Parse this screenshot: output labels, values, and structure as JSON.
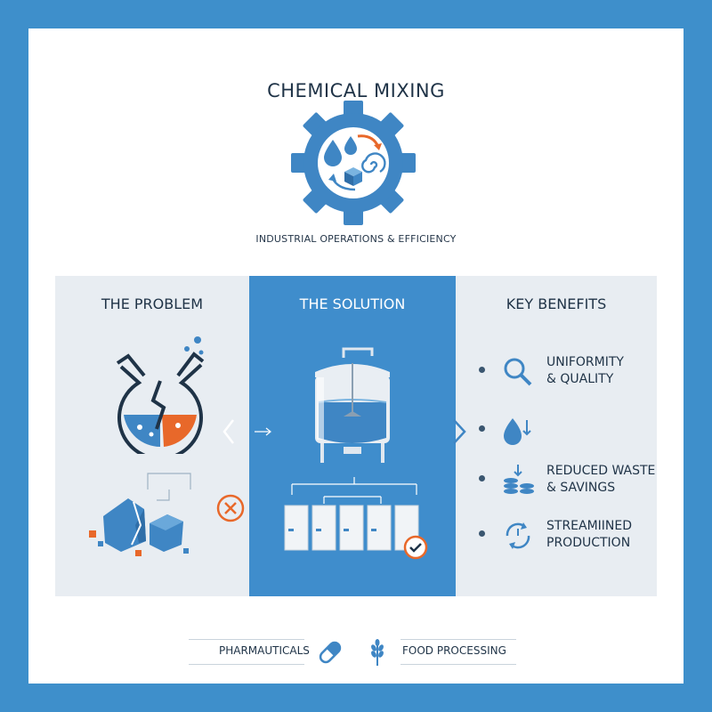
{
  "header": {
    "title": "CHEMICAL MIXING",
    "subtitle": "INDUSTRIAL OPERATIONS & EFFICIENCY",
    "hero_icon": "gear-with-droplets-cube-icon"
  },
  "panels": {
    "problem": {
      "heading": "THE PROBLEM",
      "icons": [
        "broken-flask-icon",
        "broken-blocks-icon",
        "error-x-icon"
      ]
    },
    "solution": {
      "heading": "THE SOLUTION",
      "icons": [
        "mixing-tank-icon",
        "product-boxes-icon",
        "check-badge-icon"
      ]
    },
    "benefits": {
      "heading": "KEY BENEFITS",
      "items": [
        {
          "icon": "magnifier-icon",
          "text": "UNIFORMITY\n& QUALITY"
        },
        {
          "icon": "droplet-down-icon",
          "text": ""
        },
        {
          "icon": "coins-down-icon",
          "text": "REDUCED WASTE\n& SAVINGS"
        },
        {
          "icon": "cycle-arrows-icon",
          "text": "STREAMIINED\nPRODUCTION"
        }
      ]
    }
  },
  "industries": [
    {
      "label": "PHARMAUTICALS",
      "icon": "capsule-icon"
    },
    {
      "label": "FOOD PROCESSING",
      "icon": "wheat-icon"
    }
  ],
  "colors": {
    "background": "#3e8fcb",
    "accent_blue": "#3f8dcc",
    "accent_orange": "#e8682a",
    "panel_grey": "#e8edf2",
    "text_dark": "#1f3347"
  }
}
